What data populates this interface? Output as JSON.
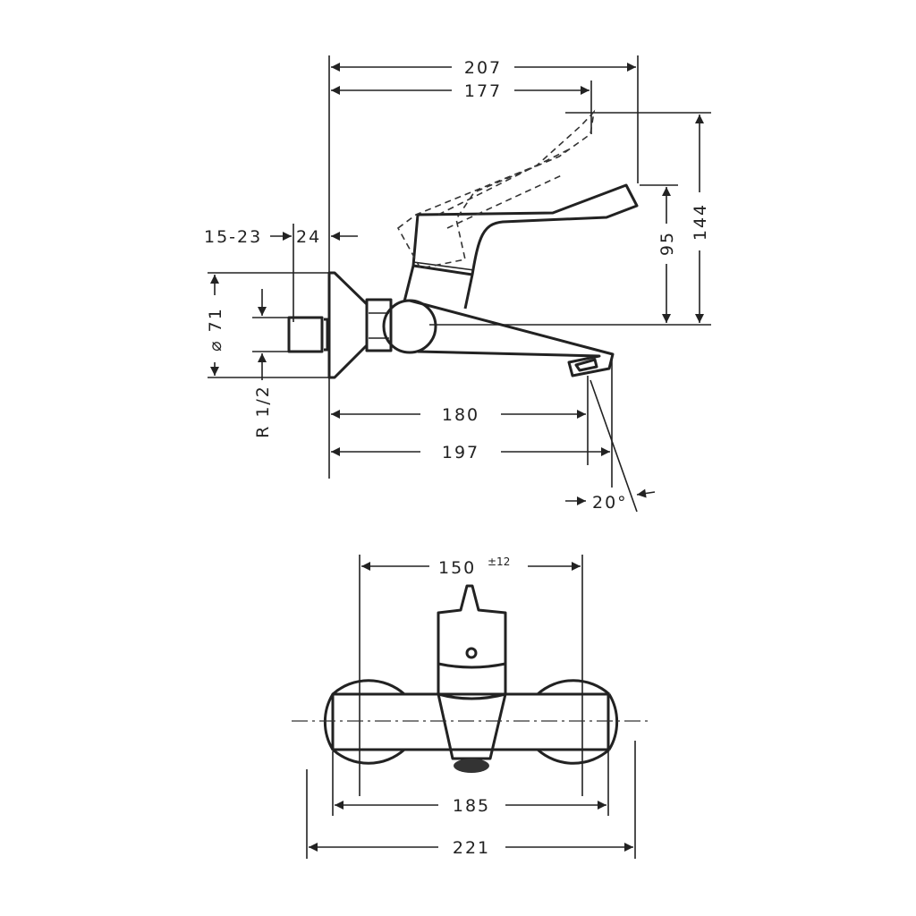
{
  "side_view": {
    "dim_total_height_width": "207",
    "dim_lever_reach": "177",
    "dim_height_total": "144",
    "dim_height_lever": "95",
    "dim_wall_thickness": "15-23",
    "dim_flange_depth": "24",
    "dim_flange_diameter": "⌀ 71",
    "dim_thread": "R 1/2",
    "dim_spout_reach": "180",
    "dim_spout_total": "197",
    "dim_spout_angle": "20°"
  },
  "front_view": {
    "dim_center_distance": "150",
    "dim_center_tolerance": "±12",
    "dim_body_width": "185",
    "dim_total_width": "221"
  }
}
